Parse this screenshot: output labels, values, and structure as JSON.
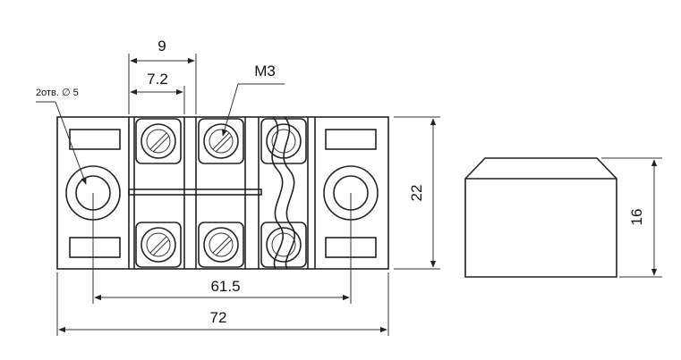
{
  "front_view": {
    "dim_pitch": "9",
    "dim_inner": "7.2",
    "dim_screw": "M3",
    "dim_holes": "2отв. ∅ 5",
    "dim_height": "22",
    "dim_mount": "61.5",
    "dim_total": "72"
  },
  "side_view": {
    "dim_height": "16"
  }
}
